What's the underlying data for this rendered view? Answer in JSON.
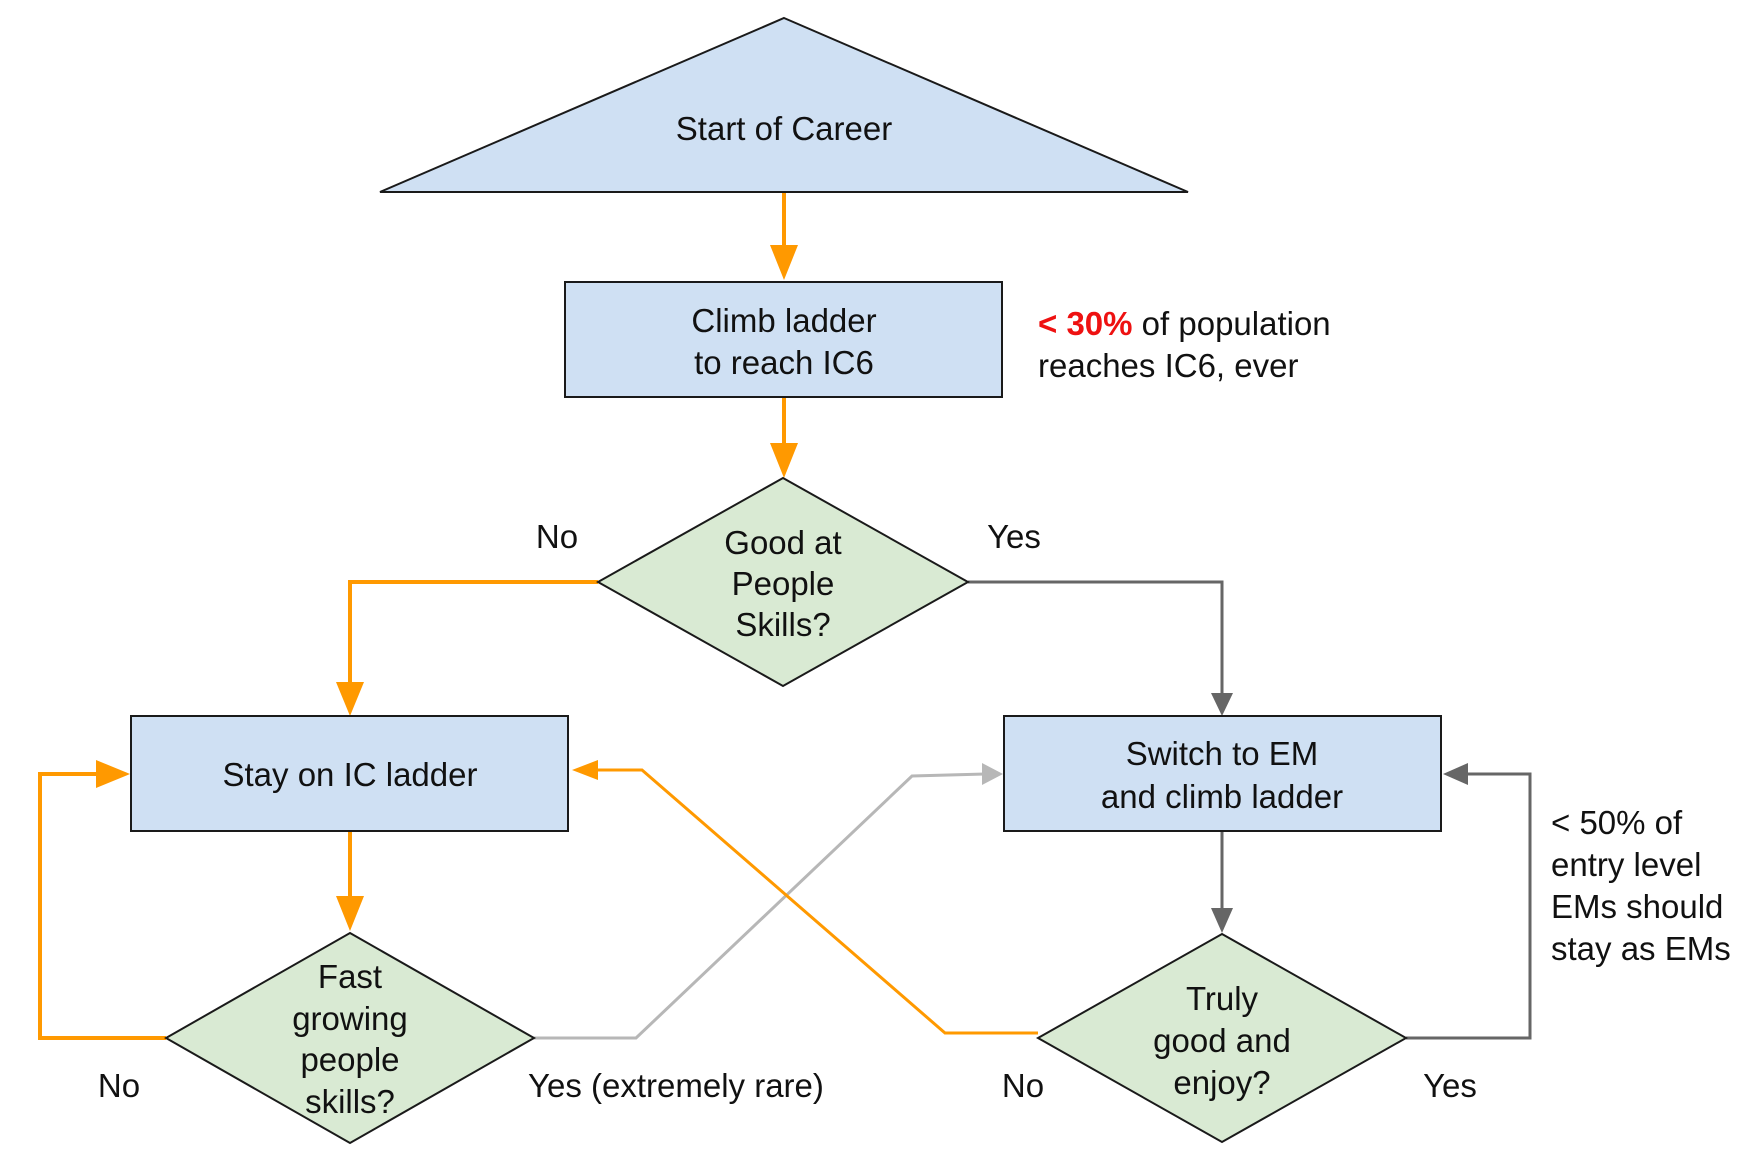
{
  "colors": {
    "blue_fill": "#cfe0f3",
    "green_fill": "#d9ead3",
    "outline": "#1a1a1a",
    "orange": "#ff9900",
    "dark_gray": "#666666",
    "light_gray": "#b7b7b7",
    "highlight_red": "#ee1111"
  },
  "nodes": {
    "start": {
      "lines": [
        "Start of Career"
      ]
    },
    "climb": {
      "lines": [
        "Climb ladder",
        "to reach IC6"
      ]
    },
    "people_decision": {
      "lines": [
        "Good at",
        "People",
        "Skills?"
      ]
    },
    "stay_ic": {
      "lines": [
        "Stay on IC ladder"
      ]
    },
    "switch_em": {
      "lines": [
        "Switch to EM",
        "and climb ladder"
      ]
    },
    "fast_growing": {
      "lines": [
        "Fast",
        "growing",
        "people",
        "skills?"
      ]
    },
    "truly_good": {
      "lines": [
        "Truly",
        "good and",
        "enjoy?"
      ]
    }
  },
  "edge_labels": {
    "people_no": "No",
    "people_yes": "Yes",
    "fast_no": "No",
    "fast_yes": "Yes (extremely rare)",
    "truly_no": "No",
    "truly_yes": "Yes"
  },
  "notes": {
    "ic6": {
      "highlight": "< 30%",
      "line1_rest": " of population",
      "line2": "reaches IC6, ever"
    },
    "em": {
      "lines": [
        "< 50% of",
        "entry level",
        "EMs should",
        "stay as EMs"
      ]
    }
  }
}
